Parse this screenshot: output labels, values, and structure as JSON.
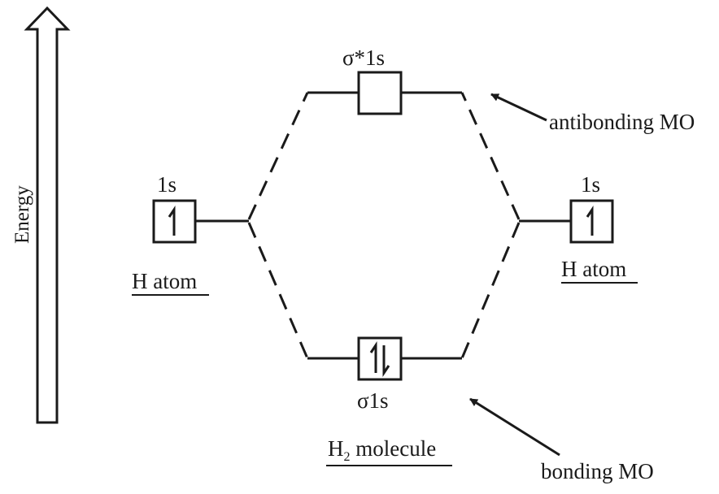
{
  "diagram": {
    "axis_label": "Energy",
    "left_atom": {
      "orbital": "1s",
      "name": "H atom",
      "electrons": "up"
    },
    "right_atom": {
      "orbital": "1s",
      "name": "H atom",
      "electrons": "up"
    },
    "antibonding": {
      "orbital": "σ*1s",
      "electrons": "none",
      "annotation": "antibonding MO"
    },
    "bonding": {
      "orbital": "σ1s",
      "electrons": "pair",
      "annotation": "bonding MO"
    },
    "molecule": {
      "prefix": "H",
      "subscript": "2",
      "suffix": " molecule"
    }
  }
}
